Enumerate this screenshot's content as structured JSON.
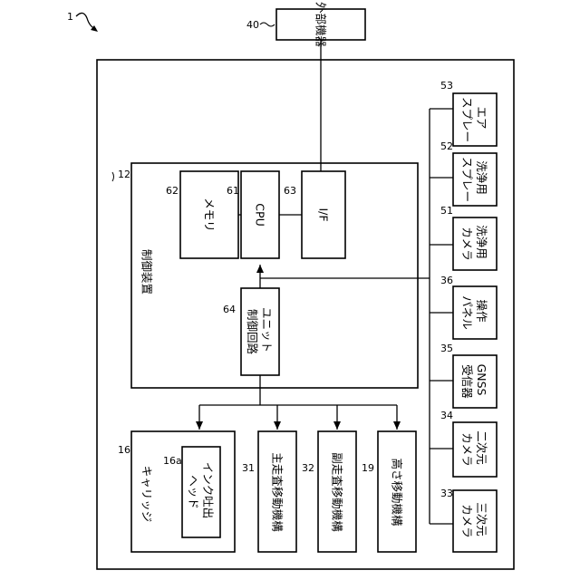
{
  "figure_ref": "1",
  "external_device": {
    "label": "外部機器",
    "ref": "40"
  },
  "control_device": {
    "label": "制御装置",
    "ref": "12",
    "memory": {
      "label": "メモリ",
      "ref": "62"
    },
    "cpu": {
      "label": "CPU",
      "ref": "61"
    },
    "interface": {
      "label": "I/F",
      "ref": "63"
    },
    "unit_control_circuit": {
      "line1": "ユニット",
      "line2": "制御回路",
      "ref": "64"
    }
  },
  "carriage": {
    "label": "キャリッジ",
    "ref": "16",
    "ink_head": {
      "line1": "インク吐出",
      "line2": "ヘッド",
      "ref": "16a"
    }
  },
  "mechanisms": [
    {
      "label": "主走査移動機構",
      "ref": "31"
    },
    {
      "label": "副走査移動機構",
      "ref": "32"
    },
    {
      "label": "高さ移動機構",
      "ref": "19"
    }
  ],
  "peripherals": [
    {
      "line1": "エア",
      "line2": "スプレー",
      "ref": "53"
    },
    {
      "line1": "洗浄用",
      "line2": "スプレー",
      "ref": "52"
    },
    {
      "line1": "洗浄用",
      "line2": "カメラ",
      "ref": "51"
    },
    {
      "line1": "操作",
      "line2": "パネル",
      "ref": "36"
    },
    {
      "line1": "GNSS",
      "line2": "受信器",
      "ref": "35"
    },
    {
      "line1": "二次元",
      "line2": "カメラ",
      "ref": "34"
    },
    {
      "line1": "三次元",
      "line2": "カメラ",
      "ref": "33"
    }
  ]
}
